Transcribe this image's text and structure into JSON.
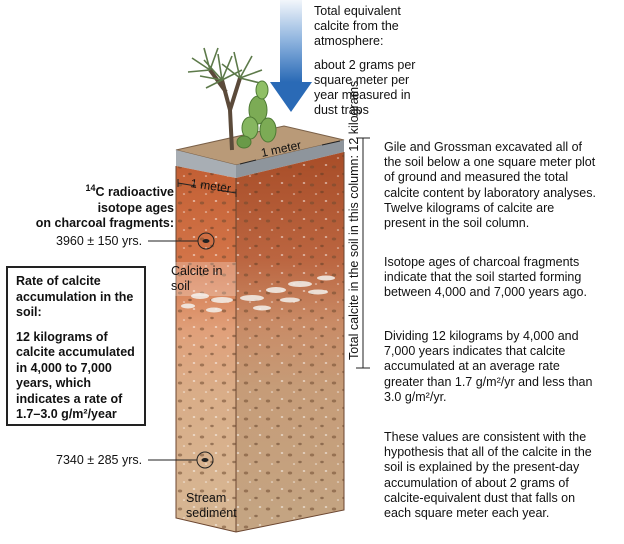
{
  "dust_input": {
    "lines": [
      "Total equivalent",
      "calcite from the",
      "atmosphere:",
      "",
      "about 2 grams per",
      "square meter per",
      "year measured in",
      "dust traps"
    ]
  },
  "isotope_heading": {
    "sup": "14",
    "lines": [
      "C radioactive",
      "isotope ages",
      "on charcoal fragments:"
    ]
  },
  "ages": {
    "top": "3960 ± 150 yrs.",
    "bottom": "7340 ± 285 yrs."
  },
  "rate_box": {
    "lines": [
      "Rate of calcite",
      "accumulation in the",
      "soil:",
      "",
      "12 kilograms of",
      "calcite accumulated",
      "in 4,000 to 7,000",
      "years, which",
      "indicates a rate of",
      "1.7–3.0 g/m²/year"
    ]
  },
  "block_labels": {
    "width_front": "1 meter",
    "width_side": "1 meter",
    "calcite_in_soil": [
      "Calcite in",
      "soil"
    ],
    "stream_sediment": [
      "Stream",
      "sediment"
    ],
    "total_calcite": "Total calcite in the soil in this column: 12 kilograms"
  },
  "explanations": {
    "p1": [
      "Gile and Grossman excavated all of",
      "the soil below a one square meter plot",
      "of ground and measured the total",
      "calcite content by laboratory analyses.",
      "Twelve kilograms of calcite are",
      "present in the soil column."
    ],
    "p2": [
      "Isotope ages of charcoal fragments",
      "indicate that the soil started forming",
      "between 4,000 and 7,000 years ago."
    ],
    "p3": [
      "Dividing 12 kilograms by 4,000 and",
      "7,000 years indicates that calcite",
      "accumulated at an average rate",
      "greater than 1.7 g/m²/yr and less than",
      "3.0 g/m²/yr."
    ],
    "p4": [
      "These values are consistent with the",
      "hypothesis that all of the calcite in the",
      "soil is explained by the present-day",
      "accumulation of about 2 grams of",
      "calcite-equivalent dust that falls on",
      "each square meter each year."
    ]
  },
  "colors": {
    "arrow_top": "#dfeaf6",
    "arrow_bottom": "#2a6ab6",
    "soil_top": "#c9663a",
    "soil_mid": "#d88f62",
    "soil_bottom": "#d8b590",
    "surface": "#b09070"
  }
}
